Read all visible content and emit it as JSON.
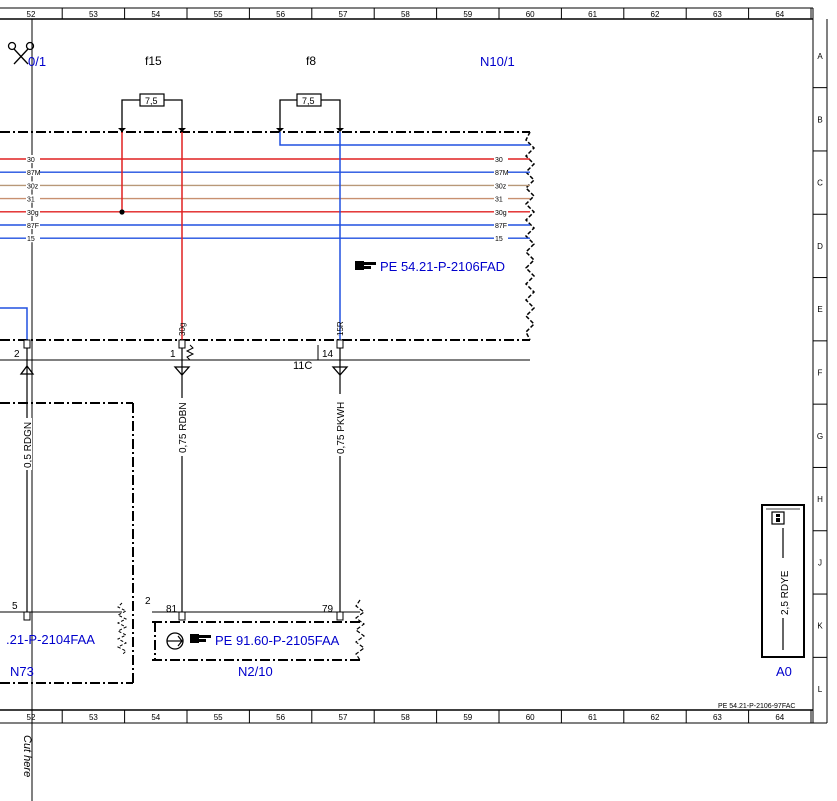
{
  "grid": {
    "columns": [
      "52",
      "53",
      "54",
      "55",
      "56",
      "57",
      "58",
      "59",
      "60",
      "61",
      "62",
      "63",
      "64"
    ],
    "rows": [
      "A",
      "B",
      "C",
      "D",
      "E",
      "F",
      "G",
      "H",
      "J",
      "K",
      "L"
    ]
  },
  "fuses": [
    {
      "name": "f15",
      "rating": "7,5"
    },
    {
      "name": "f8",
      "rating": "7,5"
    }
  ],
  "modules": {
    "top_left_partial": "0/1",
    "top_right": "N10/1",
    "bottom_left_partial": "N73",
    "bottom_center": "N2/10",
    "ground": "A0"
  },
  "bus_wires": [
    {
      "label": "30",
      "color": "#e02020"
    },
    {
      "label": "87M",
      "color": "#2050e0"
    },
    {
      "label": "30z",
      "color": "#b89878"
    },
    {
      "label": "31",
      "color": "#c89070"
    },
    {
      "label": "30g",
      "color": "#e02020"
    },
    {
      "label": "87F",
      "color": "#2050e0"
    },
    {
      "label": "15",
      "color": "#2050e0"
    }
  ],
  "references": {
    "bus": "PE 54.21-P-2106FAD",
    "n73": ".21-P-2104FAA",
    "n2_10": "PE 91.60-P-2105FAA",
    "sheet": "PE 54.21-P-2106-97FAC"
  },
  "connectors": {
    "pin_2": "2",
    "pin_1": "1",
    "pin_14": "14",
    "conn_11c": "11C",
    "pin_5": "5",
    "pin_81": "81",
    "pin_79": "79",
    "box_2": "2"
  },
  "pin_labels": {
    "left_30g": "30g",
    "right_15r": "15R"
  },
  "wires": {
    "rdgn": "0,5 RDGN",
    "rdbn": "0,75 RDBN",
    "pkwh": "0,75 PKWH",
    "rdye": "2,5 RDYE"
  },
  "cut_label": "Cut here",
  "colors": {
    "red": "#e02020",
    "blue": "#2050e0",
    "brown": "#b89878",
    "label_blue": "#0000cc"
  },
  "icons": [
    "scissors-icon",
    "hand-pointer-icon",
    "motor-icon",
    "info-icon"
  ]
}
